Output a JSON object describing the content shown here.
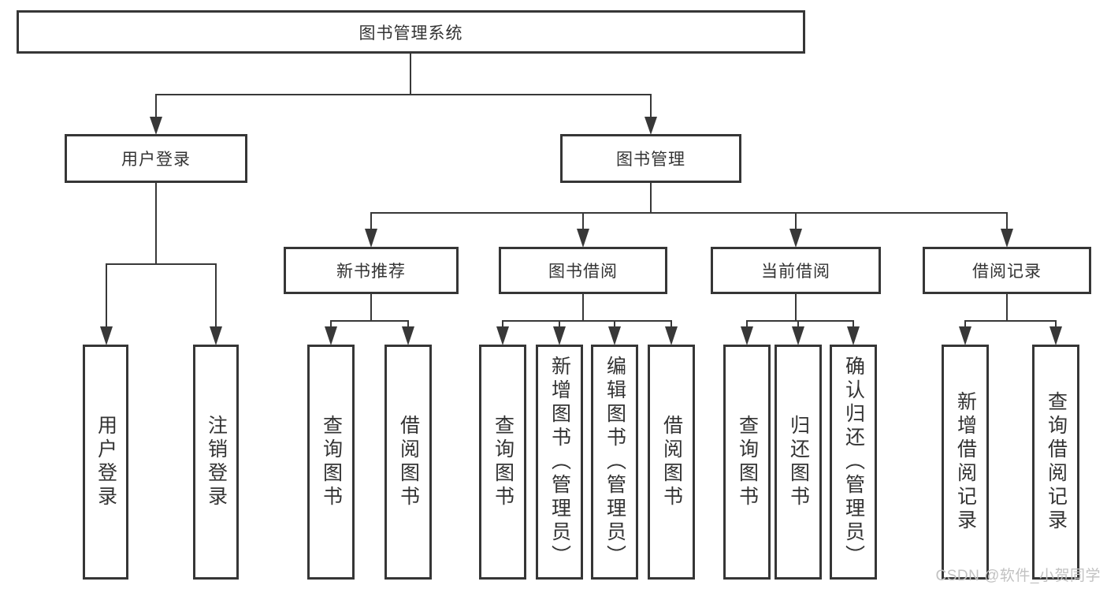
{
  "diagram": {
    "root": {
      "label": "图书管理系统"
    },
    "branches": [
      {
        "label": "用户登录",
        "leaves": [
          {
            "label": "用户登录"
          },
          {
            "label": "注销登录"
          }
        ]
      },
      {
        "label": "图书管理",
        "groups": [
          {
            "label": "新书推荐",
            "leaves": [
              {
                "label": "查询图书"
              },
              {
                "label": "借阅图书"
              }
            ]
          },
          {
            "label": "图书借阅",
            "leaves": [
              {
                "label": "查询图书"
              },
              {
                "label": "新增图书（管理员）"
              },
              {
                "label": "编辑图书（管理员）"
              },
              {
                "label": "借阅图书"
              }
            ]
          },
          {
            "label": "当前借阅",
            "leaves": [
              {
                "label": "查询图书"
              },
              {
                "label": "归还图书"
              },
              {
                "label": "确认归还（管理员）"
              }
            ]
          },
          {
            "label": "借阅记录",
            "leaves": [
              {
                "label": "新增借阅记录"
              },
              {
                "label": "查询借阅记录"
              }
            ]
          }
        ]
      }
    ]
  },
  "watermark": {
    "text": "CSDN @软件_小贺同学"
  },
  "colors": {
    "line": "#383838",
    "border": "#363636",
    "text": "#333333",
    "watermark": "#c2c2c2",
    "background": "#ffffff"
  }
}
